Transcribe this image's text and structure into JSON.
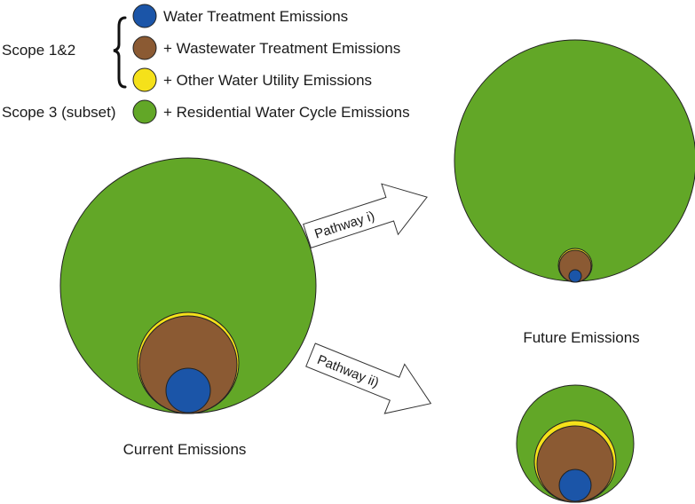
{
  "legend": {
    "scope12_label": "Scope 1&2",
    "scope3_label": "Scope 3 (subset)",
    "items": [
      {
        "label": "Water Treatment Emissions",
        "color": "#1b55a8"
      },
      {
        "label": "+ Wastewater Treatment Emissions",
        "color": "#8b5a33"
      },
      {
        "label": "+ Other Water Utility Emissions",
        "color": "#f5e11a"
      },
      {
        "label": "+ Residential Water Cycle Emissions",
        "color": "#62a727"
      }
    ]
  },
  "current": {
    "caption": "Current Emissions"
  },
  "future": {
    "caption": "Future Emissions"
  },
  "pathways": [
    {
      "label": "Pathway i)"
    },
    {
      "label": "Pathway ii)"
    }
  ],
  "colors": {
    "water_treatment": "#1b55a8",
    "wastewater": "#8b5a33",
    "other_utility": "#f5e11a",
    "residential": "#62a727",
    "outline": "#222222"
  }
}
